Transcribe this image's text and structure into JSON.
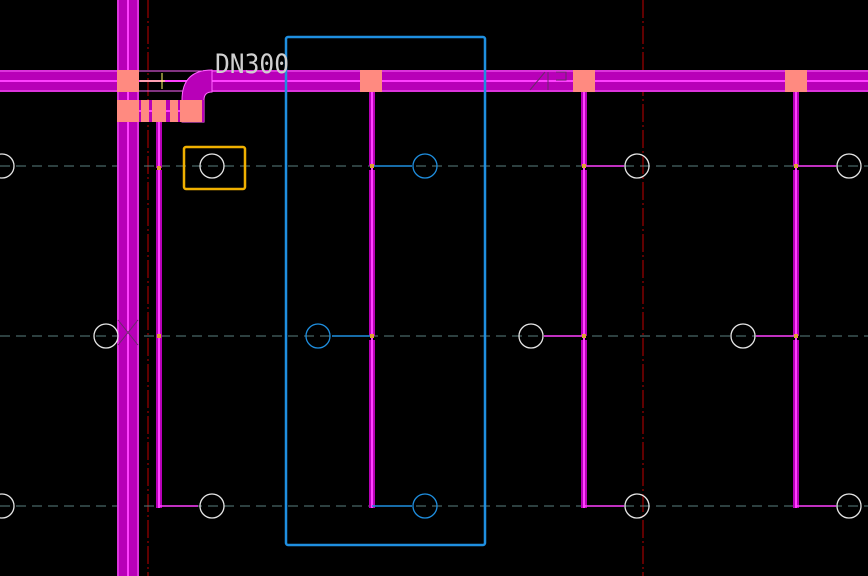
{
  "drawing": {
    "background": "#000000",
    "colors": {
      "pipe": "#cc00cc",
      "pipe_core": "#ff33ff",
      "fitting": "#ff8080",
      "grid_line": "#5a8080",
      "axis_line": "#cc0000",
      "sprinkler": "#e6e6e6",
      "selected": "#1f8fe0",
      "highlight": "#f0b000",
      "dimension": "#ffff66",
      "label_text": "#cfcfcf"
    },
    "labels": {
      "pipe_size": "DN300"
    },
    "selection_box": {
      "state": "selected"
    },
    "highlight_box": {
      "state": "highlighted"
    }
  }
}
